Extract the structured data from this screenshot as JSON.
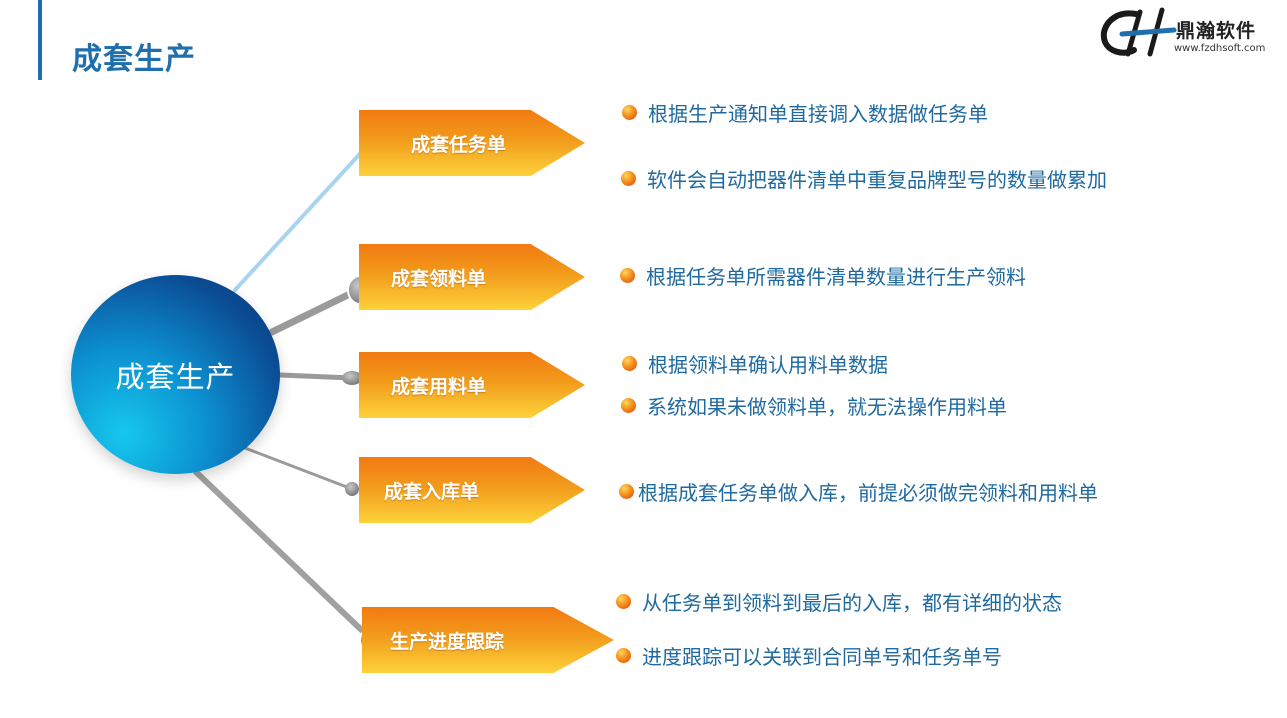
{
  "header": {
    "title": "成套生产"
  },
  "logo": {
    "name": "鼎瀚软件",
    "url": "www.fzdhsoft.com"
  },
  "hub": {
    "label": "成套生产"
  },
  "branches": [
    {
      "label": "成套任务单",
      "bullets": [
        "根据生产通知单直接调入数据做任务单",
        "软件会自动把器件清单中重复品牌型号的数量做累加"
      ]
    },
    {
      "label": "成套领料单",
      "bullets": [
        "根据任务单所需器件清单数量进行生产领料"
      ]
    },
    {
      "label": "成套用料单",
      "bullets": [
        "根据领料单确认用料单数据",
        "系统如果未做领料单，就无法操作用料单"
      ]
    },
    {
      "label": "成套入库单",
      "bullets": [
        "根据成套任务单做入库，前提必须做完领料和用料单"
      ]
    },
    {
      "label": "生产进度跟踪",
      "bullets": [
        "从任务单到领料到最后的入库，都有详细的状态",
        "进度跟踪可以关联到合同单号和任务单号"
      ]
    }
  ],
  "colors": {
    "accent": "#1f6fae",
    "bullet_text": "#1e6aa0",
    "arrow_top": "#f27a12",
    "arrow_bottom": "#fdd23a"
  }
}
